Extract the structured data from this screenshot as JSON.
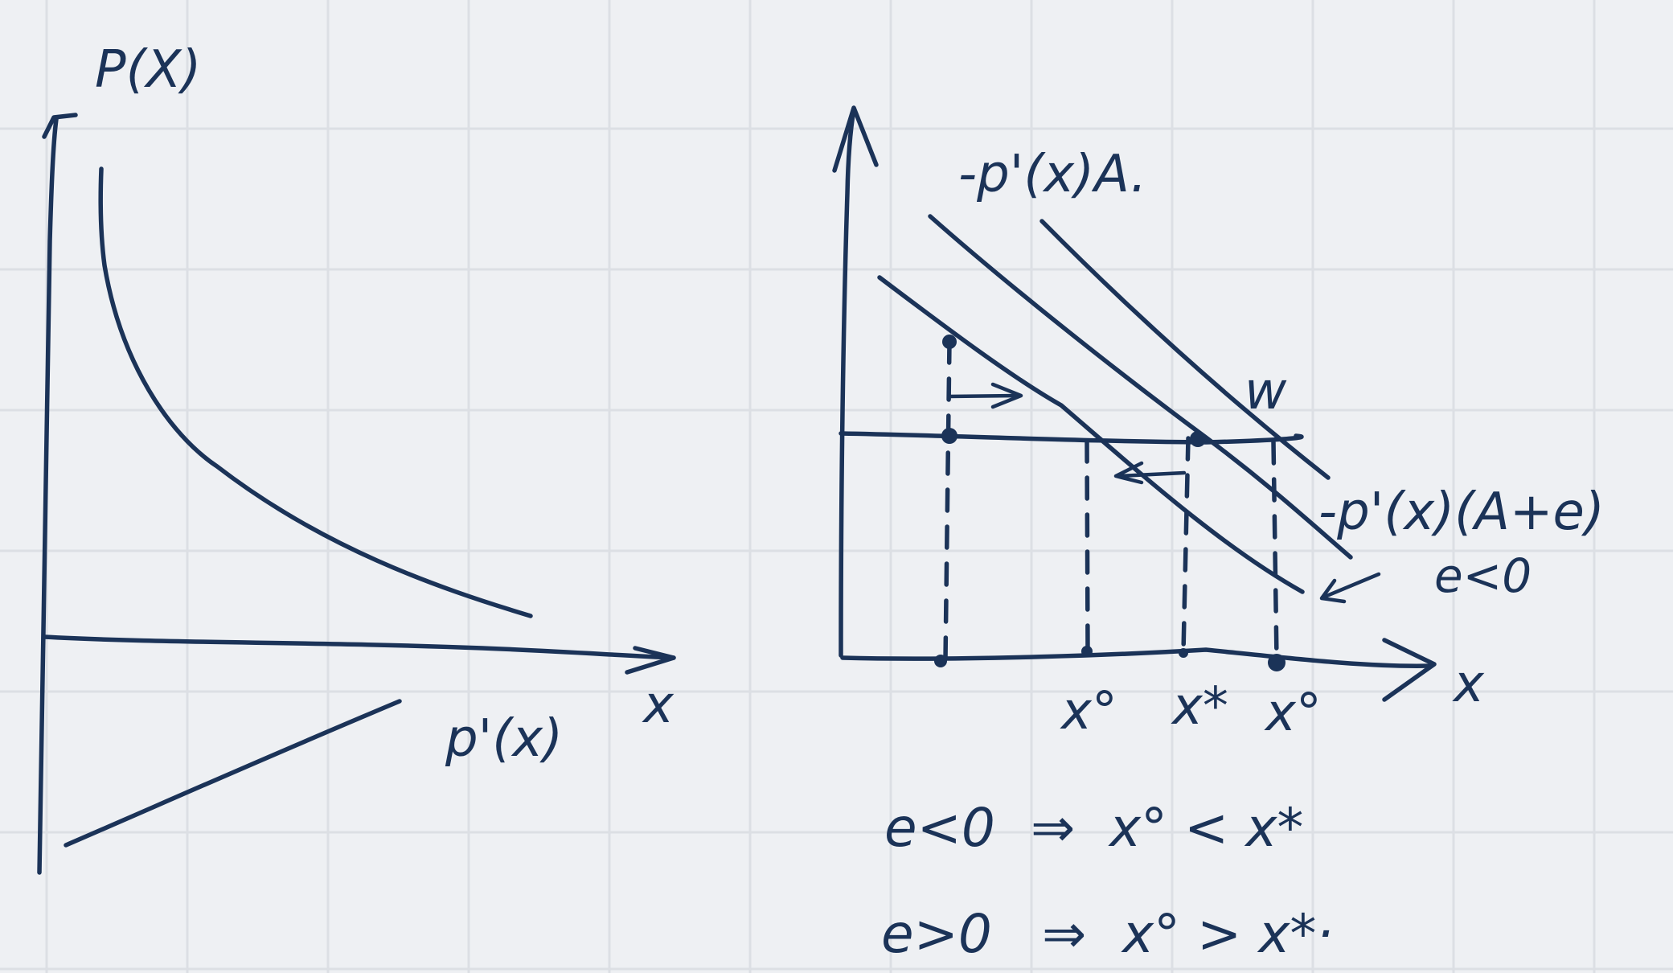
{
  "left_graph": {
    "y_axis_label": "P(X)",
    "x_axis_label": "x",
    "lower_curve_label": "p'(x)"
  },
  "right_graph": {
    "upper_curve_label": "-p'(x)A.",
    "lower_curve_label": "-p'(x)(A+e)",
    "horizontal_line_label": "w",
    "shift_note": "e<0",
    "x_axis_label": "x",
    "tick_labels": [
      "x°",
      "x*",
      "x°"
    ]
  },
  "conclusions": [
    {
      "condition": "e<0",
      "arrow": "⇒",
      "result": "x° < x*"
    },
    {
      "condition": "e>0",
      "arrow": "⇒",
      "result": "x° > x*·"
    }
  ],
  "colors": {
    "ink": "#1b3358",
    "paper": "#eef0f3",
    "grid": "#dcdfe4"
  }
}
